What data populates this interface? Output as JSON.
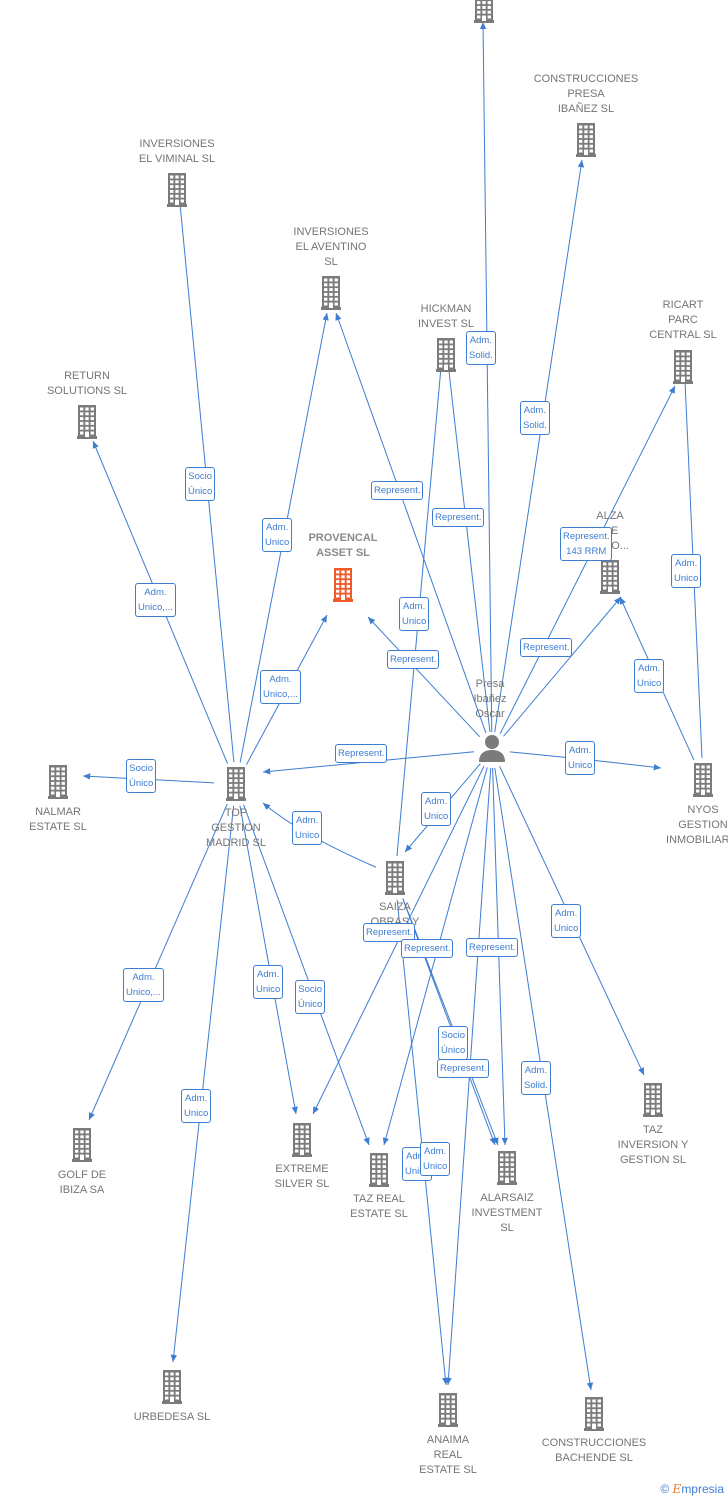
{
  "colors": {
    "edge": "#3d7dd2",
    "building": "#7b7b7b",
    "focus_building": "#f05a28",
    "person": "#7b7b7b"
  },
  "person": {
    "name": "Presa\nIbañez\nOscar",
    "icon": "person-icon"
  },
  "companies": [
    {
      "id": "top_node",
      "name": ""
    },
    {
      "id": "construcciones_presa",
      "name": "CONSTRUCCIONES\nPRESA\nIBAÑEZ SL"
    },
    {
      "id": "inversiones_viminal",
      "name": "INVERSIONES\nEL VIMINAL  SL"
    },
    {
      "id": "inversiones_aventino",
      "name": "INVERSIONES\nEL AVENTINO\nSL"
    },
    {
      "id": "hickman",
      "name": "HICKMAN\nINVEST  SL"
    },
    {
      "id": "ricart",
      "name": "RICART\nPARC\nCENTRAL SL"
    },
    {
      "id": "return_solutions",
      "name": "RETURN\nSOLUTIONS  SL"
    },
    {
      "id": "provencal",
      "name": "PROVENCAL\nASSET  SL",
      "focus": true
    },
    {
      "id": "alza",
      "name": "ALZA\n...E\n...ICO..."
    },
    {
      "id": "nalmar",
      "name": "NALMAR\nESTATE  SL"
    },
    {
      "id": "top_gestion",
      "name": "TOP\nGESTION\nMADRID  SL"
    },
    {
      "id": "nyos",
      "name": "NYOS\nGESTION\nINMOBILIARIA"
    },
    {
      "id": "saiza",
      "name": "SAIZA\nOBRAS Y\nPR..."
    },
    {
      "id": "golf_ibiza",
      "name": "GOLF DE\nIBIZA SA"
    },
    {
      "id": "extreme_silver",
      "name": "EXTREME\nSILVER  SL"
    },
    {
      "id": "taz_real",
      "name": "TAZ REAL\nESTATE  SL"
    },
    {
      "id": "alarsaiz",
      "name": "ALARSAIZ\nINVESTMENT\nSL"
    },
    {
      "id": "taz_inversion",
      "name": "TAZ\nINVERSION Y\nGESTION  SL"
    },
    {
      "id": "urbedesa",
      "name": "URBEDESA SL"
    },
    {
      "id": "anaima",
      "name": "ANAIMA\nREAL\nESTATE  SL"
    },
    {
      "id": "construcciones_bachende",
      "name": "CONSTRUCCIONES\nBACHENDE SL"
    }
  ],
  "relations": [
    {
      "from": "person",
      "to": "top_node",
      "label": "Adm.\nSolid."
    },
    {
      "from": "person",
      "to": "construcciones_presa",
      "label": "Adm.\nSolid."
    },
    {
      "from": "top_gestion",
      "to": "inversiones_viminal",
      "label": "Socio\nÚnico"
    },
    {
      "from": "top_gestion",
      "to": "inversiones_aventino",
      "label": "Adm.\nUnico"
    },
    {
      "from": "person",
      "to": "inversiones_aventino",
      "label": "Represent."
    },
    {
      "from": "person",
      "to": "hickman",
      "label": "Represent."
    },
    {
      "from": "saiza",
      "to": "hickman",
      "label": "Adm.\nUnico"
    },
    {
      "from": "person",
      "to": "ricart",
      "label": "Represent.\n143 RRM"
    },
    {
      "from": "nyos",
      "to": "ricart",
      "label": "Adm.\nUnico"
    },
    {
      "from": "top_gestion",
      "to": "return_solutions",
      "label": "Adm.\nUnico,..."
    },
    {
      "from": "top_gestion",
      "to": "provencal",
      "label": "Adm.\nUnico,..."
    },
    {
      "from": "person",
      "to": "provencal",
      "label": "Represent."
    },
    {
      "from": "person",
      "to": "alza",
      "label": "Represent."
    },
    {
      "from": "nyos",
      "to": "alza",
      "label": "Adm.\nUnico"
    },
    {
      "from": "top_gestion",
      "to": "nalmar",
      "label": "Socio\nÚnico"
    },
    {
      "from": "person",
      "to": "top_gestion",
      "label": "Represent."
    },
    {
      "from": "saiza",
      "to": "top_gestion",
      "label": "Adm.\nUnico"
    },
    {
      "from": "person",
      "to": "nyos",
      "label": "Adm.\nUnico"
    },
    {
      "from": "person",
      "to": "saiza",
      "label": "Adm.\nUnico"
    },
    {
      "from": "top_gestion",
      "to": "golf_ibiza",
      "label": "Adm.\nUnico,..."
    },
    {
      "from": "top_gestion",
      "to": "urbedesa",
      "label": "Adm.\nUnico"
    },
    {
      "from": "top_gestion",
      "to": "extreme_silver",
      "label": "Adm.\nUnico"
    },
    {
      "from": "top_gestion",
      "to": "taz_real",
      "label": "Socio\nÚnico"
    },
    {
      "from": "person",
      "to": "extreme_silver",
      "label": "Represent."
    },
    {
      "from": "person",
      "to": "taz_real",
      "label": "Represent."
    },
    {
      "from": "person",
      "to": "alarsaiz",
      "label": "Represent."
    },
    {
      "from": "saiza",
      "to": "alarsaiz",
      "label": "Socio\nÚnico"
    },
    {
      "from": "saiza",
      "to": "alarsaiz",
      "label": "Represent."
    },
    {
      "from": "person",
      "to": "taz_inversion",
      "label": "Adm.\nUnico"
    },
    {
      "from": "person",
      "to": "construcciones_bachende",
      "label": "Adm.\nSolid."
    },
    {
      "from": "person",
      "to": "anaima",
      "label": "Adm.\nUnico"
    },
    {
      "from": "saiza",
      "to": "anaima",
      "label": "Adm.\nUnico"
    }
  ],
  "footer": {
    "copyright": "©",
    "brand_initial": "E",
    "brand_rest": "mpresia"
  }
}
